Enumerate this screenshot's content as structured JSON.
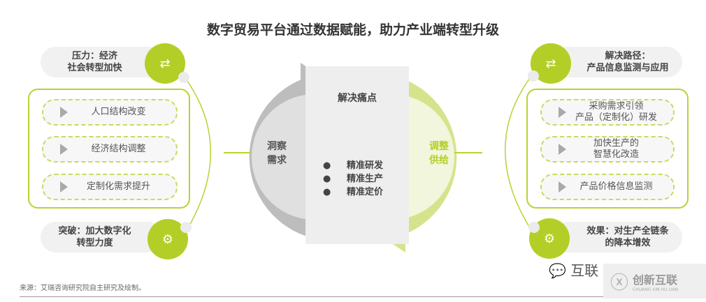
{
  "title": "数字贸易平台通过数据赋能，助力产业端转型升级",
  "left": {
    "top_pill": [
      "压力：经济",
      "社会转型加快"
    ],
    "items": [
      "人口结构改变",
      "经济结构调整",
      "定制化需求提升"
    ],
    "bottom_pill": [
      "突破：加大数字化",
      "转型力度"
    ]
  },
  "center": {
    "left_label": [
      "洞察",
      "需求"
    ],
    "right_label": [
      "调整",
      "供给"
    ],
    "heading": "解决痛点",
    "bullets": [
      "精准研发",
      "精准生产",
      "精准定价"
    ]
  },
  "right": {
    "top_pill": [
      "解决路径：",
      "产品信息监测与应用"
    ],
    "items": [
      [
        "采购需求引领",
        "产品（定制化）研发"
      ],
      [
        "加快生产的",
        "智慧化改造"
      ],
      [
        "产品价格信息监测"
      ]
    ],
    "bottom_pill": [
      "效果：对生产全链条",
      "的降本增效"
    ]
  },
  "source": "来源：艾瑞咨询研究院自主研究及绘制。",
  "watermark": {
    "wechat": "互联",
    "brand": "创新互联",
    "brand_en": "CHUANG XIN HU LIAN"
  },
  "colors": {
    "green": "#b3cf27",
    "light_green": "#d5e48c",
    "gray": "#bdbdbd"
  }
}
